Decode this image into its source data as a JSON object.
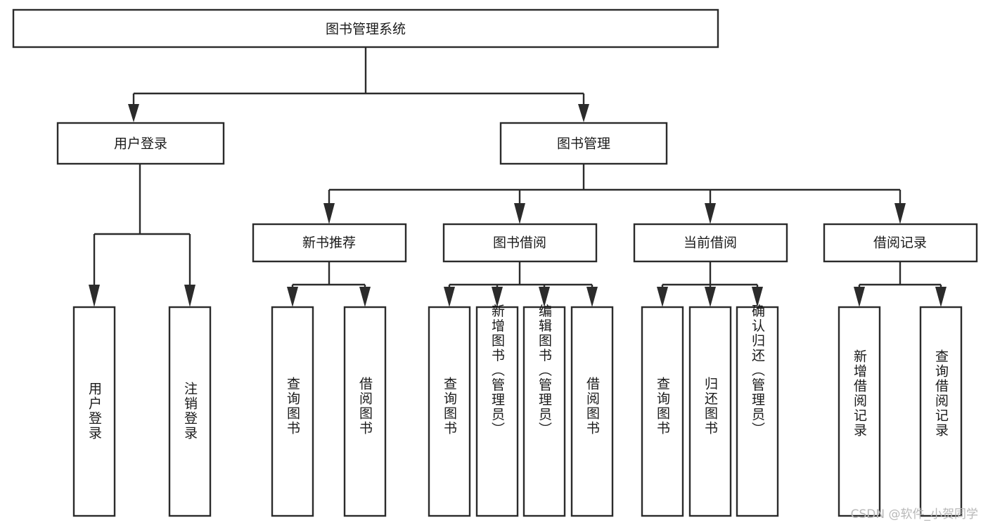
{
  "diagram": {
    "type": "tree-hierarchy-chart",
    "title": "图书管理系统",
    "watermark": "CSDN @软件_小贺同学",
    "colors": {
      "background": "#ffffff",
      "box_fill": "#ffffff",
      "box_stroke": "#2b2b2b",
      "text": "#1a1a1a",
      "watermark": "#b8b8b8"
    },
    "levels": {
      "root": "图书管理系统",
      "level2": [
        "用户登录",
        "图书管理"
      ],
      "level3": [
        "新书推荐",
        "图书借阅",
        "当前借阅",
        "借阅记录"
      ],
      "level4": [
        "用户登录",
        "注销登录",
        "查询图书",
        "借阅图书",
        "查询图书",
        "新增图书（管理员）",
        "编辑图书（管理员）",
        "借阅图书",
        "查询图书",
        "归还图书",
        "确认归还（管理员）",
        "新增借阅记录",
        "查询借阅记录"
      ]
    },
    "nodes": {
      "root": {
        "label": "图书管理系统"
      },
      "user_login": {
        "label": "用户登录"
      },
      "book_manage": {
        "label": "图书管理"
      },
      "new_book_rec": {
        "label": "新书推荐"
      },
      "book_borrow": {
        "label": "图书借阅"
      },
      "current_borrow": {
        "label": "当前借阅"
      },
      "borrow_record": {
        "label": "借阅记录"
      },
      "leaf_user_login": {
        "label": "用户登录"
      },
      "leaf_logout": {
        "label": "注销登录"
      },
      "leaf_query_book_1": {
        "label": "查询图书"
      },
      "leaf_borrow_book_1": {
        "label": "借阅图书"
      },
      "leaf_query_book_2": {
        "label": "查询图书"
      },
      "leaf_add_book": {
        "label": "新增图书（管理员）"
      },
      "leaf_edit_book": {
        "label": "编辑图书（管理员）"
      },
      "leaf_borrow_book_2": {
        "label": "借阅图书"
      },
      "leaf_query_book_3": {
        "label": "查询图书"
      },
      "leaf_return_book": {
        "label": "归还图书"
      },
      "leaf_confirm_return": {
        "label": "确认归还（管理员）"
      },
      "leaf_add_record": {
        "label": "新增借阅记录"
      },
      "leaf_query_record": {
        "label": "查询借阅记录"
      }
    }
  }
}
